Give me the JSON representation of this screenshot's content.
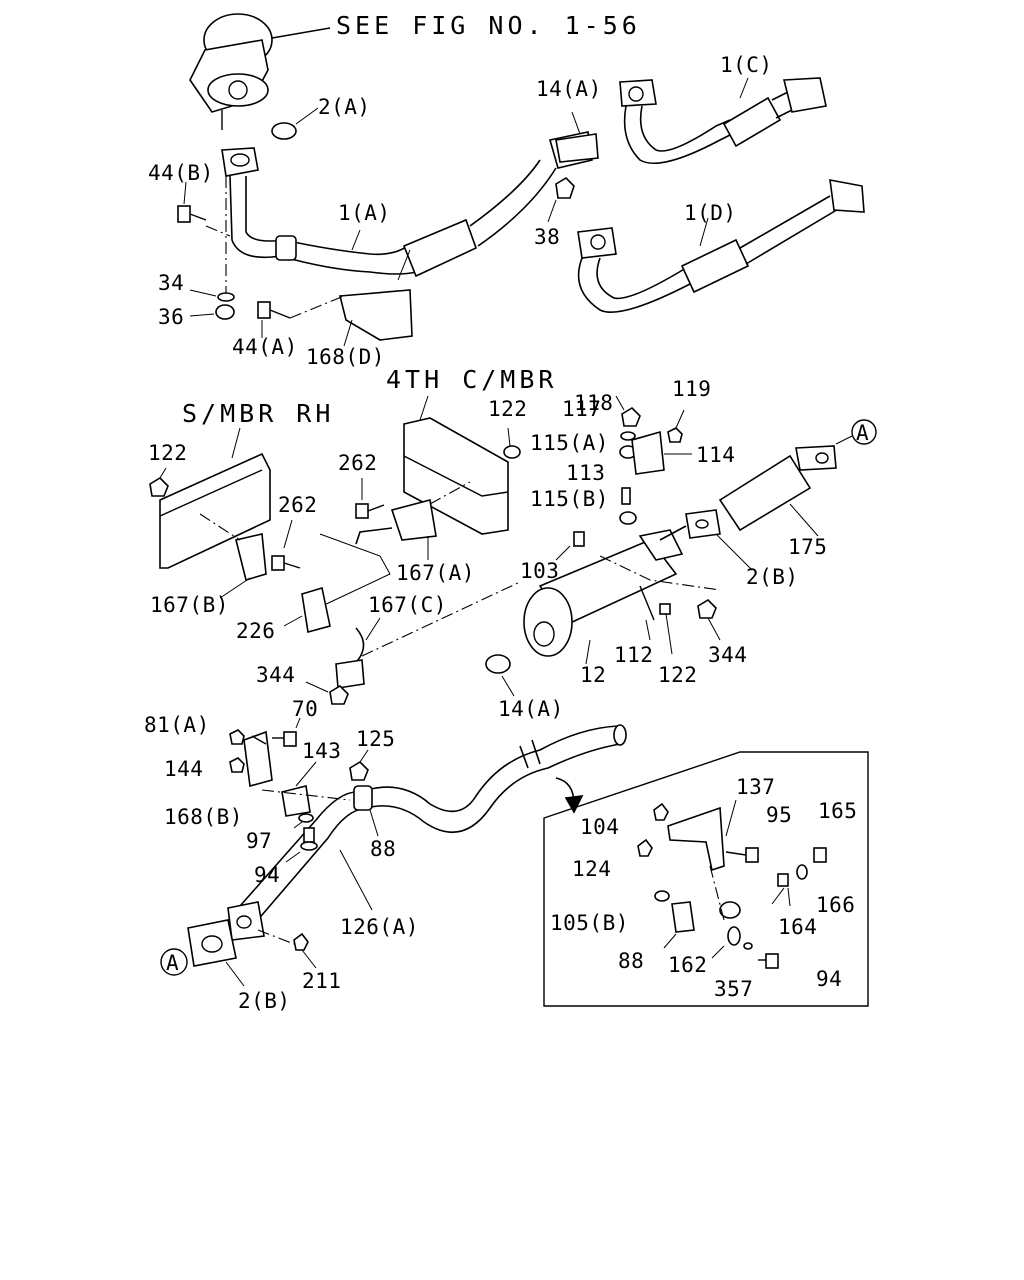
{
  "header_note": "SEE FIG NO. 1-56",
  "member_labels": {
    "fourth_crossmember": "4TH C/MBR",
    "side_member_rh": "S/MBR RH"
  },
  "connector_marks": {
    "upper": "A",
    "lower": "A"
  },
  "callouts": {
    "p2a": "2(A)",
    "p14a_top": "14(A)",
    "p1c": "1(C)",
    "p44b": "44(B)",
    "p1a": "1(A)",
    "p38": "38",
    "p1d": "1(D)",
    "p34": "34",
    "p36": "36",
    "p44a": "44(A)",
    "p168d": "168(D)",
    "p118": "118",
    "p119": "119",
    "p117": "117",
    "p122_mid": "122",
    "p115a": "115(A)",
    "p114": "114",
    "p122_left": "122",
    "p262_top": "262",
    "p113": "113",
    "p115b": "115(B)",
    "p262_mid": "262",
    "p175": "175",
    "p167a": "167(A)",
    "p103": "103",
    "p2b_top": "2(B)",
    "p167b": "167(B)",
    "p167c": "167(C)",
    "p226": "226",
    "p112": "112",
    "p344_right": "344",
    "p12": "12",
    "p122_low": "122",
    "p344_left": "344",
    "p14a_low": "14(A)",
    "p70": "70",
    "p81a": "81(A)",
    "p125": "125",
    "p143": "143",
    "p144": "144",
    "p168b": "168(B)",
    "p97": "97",
    "p88_main": "88",
    "p94_main": "94",
    "p126a": "126(A)",
    "p211": "211",
    "p2b_low": "2(B)",
    "p137": "137",
    "p104": "104",
    "p95": "95",
    "p165": "165",
    "p124": "124",
    "p166": "166",
    "p105b": "105(B)",
    "p164": "164",
    "p88_inset": "88",
    "p162": "162",
    "p357": "357",
    "p94_inset": "94"
  }
}
